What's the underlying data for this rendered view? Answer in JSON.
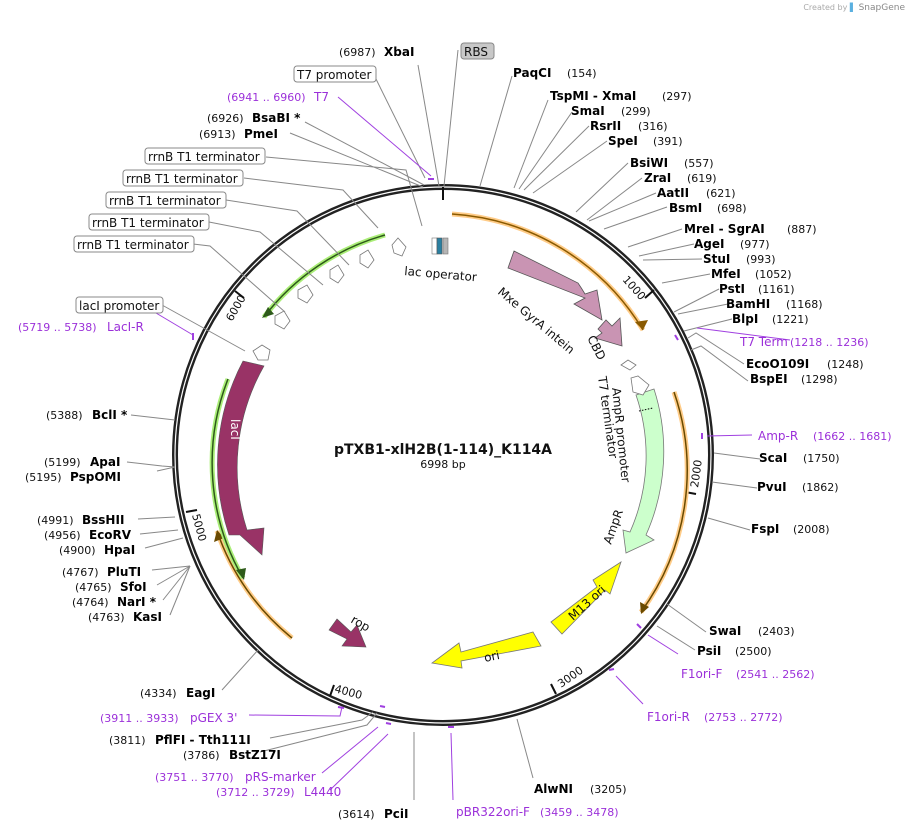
{
  "watermark": {
    "prefix": "Created by",
    "brand": "SnapGene",
    "icon": "snapgene-logo-icon"
  },
  "plasmid": {
    "name": "pTXB1-xlH2B(1-114)_K114A",
    "length": "6998 bp"
  },
  "ticks": [
    "1000",
    "2000",
    "3000",
    "4000",
    "5000",
    "6000"
  ],
  "enzymes_right": [
    {
      "name": "PaqCI",
      "pos": "(154)"
    },
    {
      "name": "TspMI  - XmaI",
      "pos": "(297)"
    },
    {
      "name": "SmaI",
      "pos": "(299)"
    },
    {
      "name": "RsrII",
      "pos": "(316)"
    },
    {
      "name": "SpeI",
      "pos": "(391)"
    },
    {
      "name": "BsiWI",
      "pos": "(557)"
    },
    {
      "name": "ZraI",
      "pos": "(619)"
    },
    {
      "name": "AatII",
      "pos": "(621)"
    },
    {
      "name": "BsmI",
      "pos": "(698)"
    },
    {
      "name": "MreI  - SgrAI",
      "pos": "(887)"
    },
    {
      "name": "AgeI",
      "pos": "(977)"
    },
    {
      "name": "StuI",
      "pos": "(993)"
    },
    {
      "name": "MfeI",
      "pos": "(1052)"
    },
    {
      "name": "PstI",
      "pos": "(1161)"
    },
    {
      "name": "BamHI",
      "pos": "(1168)"
    },
    {
      "name": "BlpI",
      "pos": "(1221)"
    },
    {
      "name": "EcoO109I",
      "pos": "(1248)"
    },
    {
      "name": "BspEI",
      "pos": "(1298)"
    },
    {
      "name": "ScaI",
      "pos": "(1750)"
    },
    {
      "name": "PvuI",
      "pos": "(1862)"
    },
    {
      "name": "FspI",
      "pos": "(2008)"
    },
    {
      "name": "SwaI",
      "pos": "(2403)"
    },
    {
      "name": "PsiI",
      "pos": "(2500)"
    },
    {
      "name": "AlwNI",
      "pos": "(3205)"
    }
  ],
  "enzymes_left": [
    {
      "name": "XbaI",
      "pos": "(6987)"
    },
    {
      "name": "BsaBI *",
      "pos": "(6926)"
    },
    {
      "name": "PmeI",
      "pos": "(6913)"
    },
    {
      "name": "BclI *",
      "pos": "(5388)"
    },
    {
      "name": "ApaI",
      "pos": "(5199)"
    },
    {
      "name": "PspOMI",
      "pos": "(5195)"
    },
    {
      "name": "BssHII",
      "pos": "(4991)"
    },
    {
      "name": "EcoRV",
      "pos": "(4956)"
    },
    {
      "name": "HpaI",
      "pos": "(4900)"
    },
    {
      "name": "PluTI",
      "pos": "(4767)"
    },
    {
      "name": "SfoI",
      "pos": "(4765)"
    },
    {
      "name": "NarI *",
      "pos": "(4764)"
    },
    {
      "name": "KasI",
      "pos": "(4763)"
    },
    {
      "name": "EagI",
      "pos": "(4334)"
    },
    {
      "name": "PflFI  - Tth111I",
      "pos": "(3811)"
    },
    {
      "name": "BstZ17I",
      "pos": "(3786)"
    },
    {
      "name": "PciI",
      "pos": "(3614)"
    }
  ],
  "primers": [
    {
      "name": "T7",
      "range": "(6941 .. 6960)"
    },
    {
      "name": "LacI-R",
      "range": "(5719 .. 5738)"
    },
    {
      "name": "T7 Term",
      "range": "(1218 .. 1236)"
    },
    {
      "name": "Amp-R",
      "range": "(1662 .. 1681)"
    },
    {
      "name": "F1ori-F",
      "range": "(2541 .. 2562)"
    },
    {
      "name": "F1ori-R",
      "range": "(2753 .. 2772)"
    },
    {
      "name": "pGEX 3'",
      "range": "(3911 .. 3933)"
    },
    {
      "name": "pRS-marker",
      "range": "(3751 .. 3770)"
    },
    {
      "name": "L4440",
      "range": "(3712 .. 3729)"
    },
    {
      "name": "pBR322ori-F",
      "range": "(3459 .. 3478)"
    }
  ],
  "boxed_labels": {
    "rbs": "RBS",
    "t7_promoter": "T7 promoter",
    "rrnb": [
      "rrnB T1 terminator",
      "rrnB T1 terminator",
      "rrnB T1 terminator",
      "rrnB T1 terminator",
      "rrnB T1 terminator"
    ],
    "laci_promoter": "lacI promoter"
  },
  "features": {
    "lac_operator": "lac operator",
    "mxe": "Mxe GyrA intein",
    "cbd": "CBD",
    "t7_terminator": "T7 terminator",
    "ampr_promoter": "AmpR promoter",
    "ampr": "AmpR",
    "m13": "M13 ori",
    "ori": "ori",
    "rop": "rop",
    "laci": "lacI"
  },
  "colors": {
    "backbone": "#222222",
    "mxe": "#c994b3",
    "laci": "#993366",
    "ampr": "#ccffcc",
    "ori": "#ffff00",
    "orf_orange": "#ffcc88",
    "orf_green": "#aaee77",
    "primer": "#a040e0"
  }
}
